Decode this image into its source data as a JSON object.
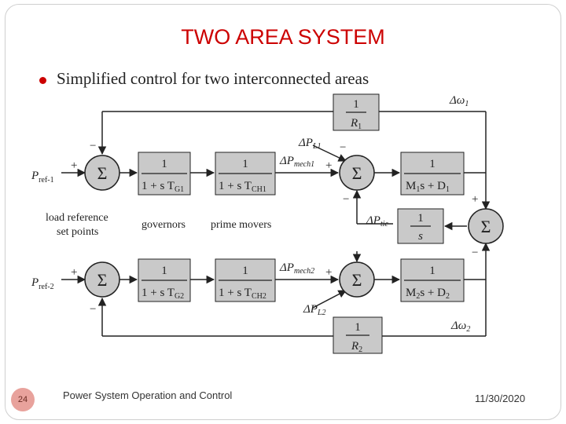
{
  "slide": {
    "title": "TWO AREA SYSTEM",
    "bullet": "Simplified control for two interconnected areas",
    "slide_number": "24",
    "footer_text": "Power System Operation and Control",
    "date": "11/30/2020"
  },
  "diagram": {
    "area1": {
      "pref": "P",
      "pref_sub": "ref-1",
      "gov_num": "1",
      "gov_den": "1 + s T",
      "gov_den_sub": "G1",
      "pm_num": "1",
      "pm_den": "1 + s T",
      "pm_den_sub": "CH1",
      "load_num": "1",
      "load_den_a": "M",
      "load_den_a_sub": "1",
      "load_den_b": "s + D",
      "load_den_b_sub": "1",
      "droop_num": "1",
      "droop_den": "R",
      "droop_den_sub": "1",
      "pmech": "ΔP",
      "pmech_sub": "mech1",
      "pl": "ΔP",
      "pl_sub": "L1",
      "dw": "Δω",
      "dw_sub": "1"
    },
    "area2": {
      "pref": "P",
      "pref_sub": "ref-2",
      "gov_num": "1",
      "gov_den": "1 + s T",
      "gov_den_sub": "G2",
      "pm_num": "1",
      "pm_den": "1 + s T",
      "pm_den_sub": "CH2",
      "load_num": "1",
      "load_den_a": "M",
      "load_den_a_sub": "2",
      "load_den_b": "s + D",
      "load_den_b_sub": "2",
      "droop_num": "1",
      "droop_den": "R",
      "droop_den_sub": "2",
      "pmech": "ΔP",
      "pmech_sub": "mech2",
      "pl": "ΔP",
      "pl_sub": "L2",
      "dw": "Δω",
      "dw_sub": "2"
    },
    "tie": {
      "num": "1",
      "den": "s",
      "label": "ΔP",
      "label_sub": "tie"
    },
    "sigma": "Σ",
    "plus": "+",
    "minus": "−",
    "labels": {
      "load_ref_1": "load reference",
      "load_ref_2": "set points",
      "governors": "governors",
      "prime_movers": "prime movers"
    },
    "colors": {
      "block_fill": "#c9c9c9",
      "line": "#222222",
      "title": "#cc0000"
    }
  }
}
